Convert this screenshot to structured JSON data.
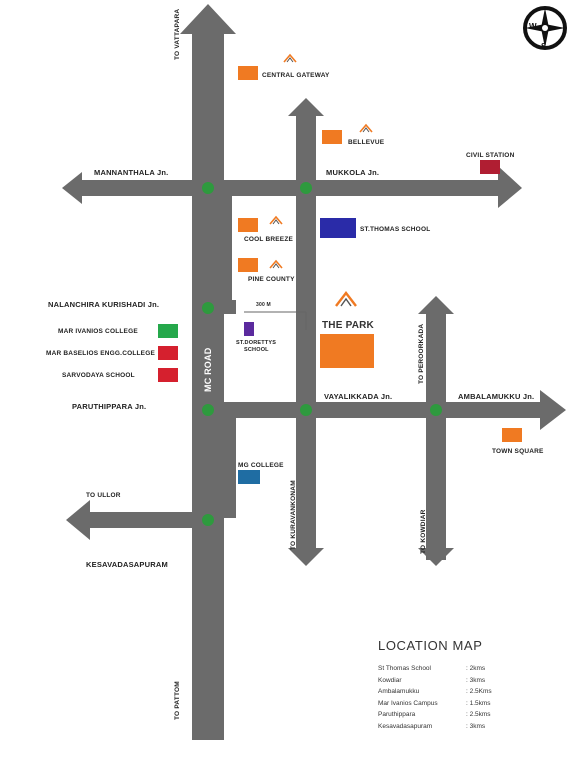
{
  "colors": {
    "road": "#6b6b6b",
    "junction": "#2e9a3e",
    "project": "#f07a22",
    "school_blue": "#2a2ba8",
    "dorettys_purple": "#5b2a9e",
    "mar_ivanios_green": "#25a84b",
    "red": "#d5202e",
    "civil_station": "#b01e32",
    "mg_college": "#1f6da3"
  },
  "roads": {
    "mc_road": "MC ROAD",
    "to_vattapara": "TO VATTAPARA",
    "to_pattom": "TO PATTOM",
    "to_ullor": "TO ULLOR",
    "to_peroorkada": "TO PEROORKADA",
    "to_kuravankonam": "TO KURAVANKONAM",
    "to_kowdiar": "TO KOWDIAR",
    "dist_300m": "300 M"
  },
  "junctions": {
    "mannanthala": "MANNANTHALA Jn.",
    "mukkola": "MUKKOLA Jn.",
    "nalanchira": "NALANCHIRA KURISHADI Jn.",
    "paruthippara": "PARUTHIPPARA Jn.",
    "vayalikkada": "VAYALIKKADA Jn.",
    "ambalamukku": "AMBALAMUKKU Jn.",
    "kesavadasapuram": "KESAVADASAPURAM"
  },
  "landmarks": {
    "central_gateway": "CENTRAL GATEWAY",
    "bellevue": "BELLEVUE",
    "civil_station": "CIVIL STATION",
    "st_thomas_school": "ST.THOMAS SCHOOL",
    "cool_breeze": "COOL BREEZE",
    "pine_county": "PINE COUNTY",
    "the_park": "THE PARK",
    "st_dorettys_1": "ST.DORETTYS",
    "st_dorettys_2": "SCHOOL",
    "mar_ivanios": "MAR IVANIOS COLLEGE",
    "mar_baselios": "MAR BASELIOS ENGG.COLLEGE",
    "sarvodaya": "SARVODAYA SCHOOL",
    "mg_college": "MG COLLEGE",
    "town_square": "TOWN SQUARE"
  },
  "compass": {
    "w": "W",
    "s": "S"
  },
  "legend": {
    "title": "LOCATION MAP",
    "rows": [
      {
        "place": "St Thomas School",
        "dist": ": 2kms"
      },
      {
        "place": "Kowdiar",
        "dist": ": 3kms"
      },
      {
        "place": "Ambalamukku",
        "dist": ": 2.5Kms"
      },
      {
        "place": "Mar Ivanios Campus",
        "dist": ": 1.5kms"
      },
      {
        "place": "Paruthippara",
        "dist": ": 2.5kms"
      },
      {
        "place": "Kesavadasapuram",
        "dist": ": 3kms"
      }
    ]
  }
}
